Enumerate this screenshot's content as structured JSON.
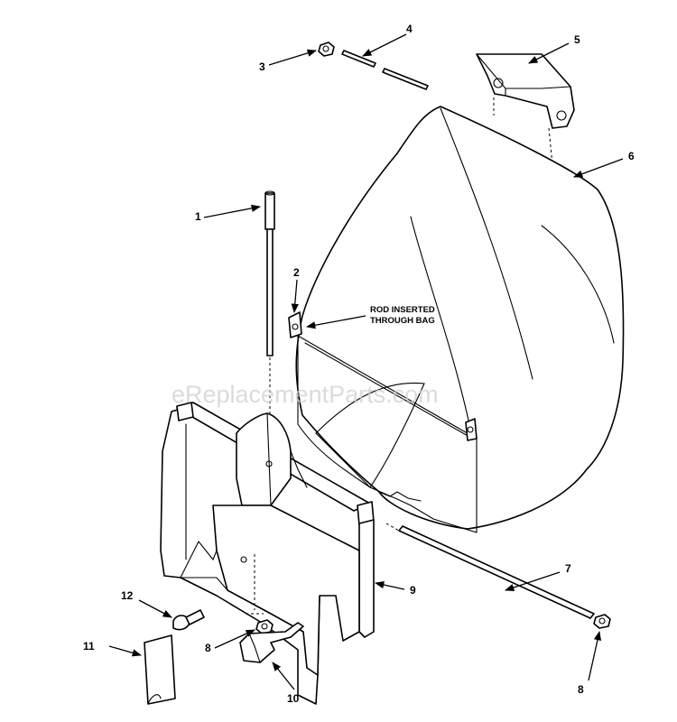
{
  "watermark": "eReplacementParts.com",
  "note": {
    "line1": "ROD INSERTED",
    "line2": "THROUGH BAG"
  },
  "callouts": {
    "c1": "1",
    "c2": "2",
    "c3": "3",
    "c4": "4",
    "c5": "5",
    "c6": "6",
    "c7": "7",
    "c8a": "8",
    "c8b": "8",
    "c9": "9",
    "c10": "10",
    "c11": "11",
    "c12": "12"
  },
  "colors": {
    "line": "#000000",
    "background": "#ffffff",
    "watermark": "#cfcfcf"
  }
}
